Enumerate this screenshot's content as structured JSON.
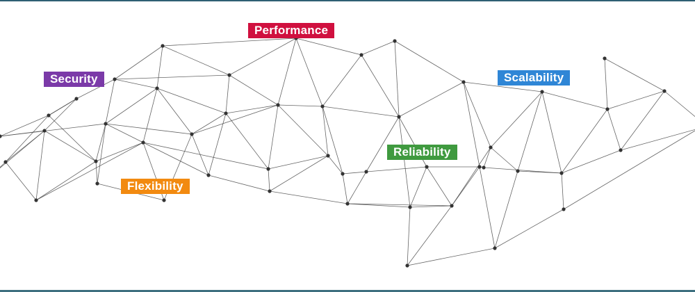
{
  "labels": {
    "performance": "Performance",
    "security": "Security",
    "scalability": "Scalability",
    "reliability": "Reliability",
    "flexibility": "Flexibility"
  },
  "colors": {
    "performance": "#d0103f",
    "security": "#7b3aa8",
    "scalability": "#2f86d6",
    "reliability": "#3f9a3f",
    "flexibility": "#f28a10",
    "line": "#4a4a4a",
    "node": "#333333",
    "frame": "#2f5f73"
  }
}
